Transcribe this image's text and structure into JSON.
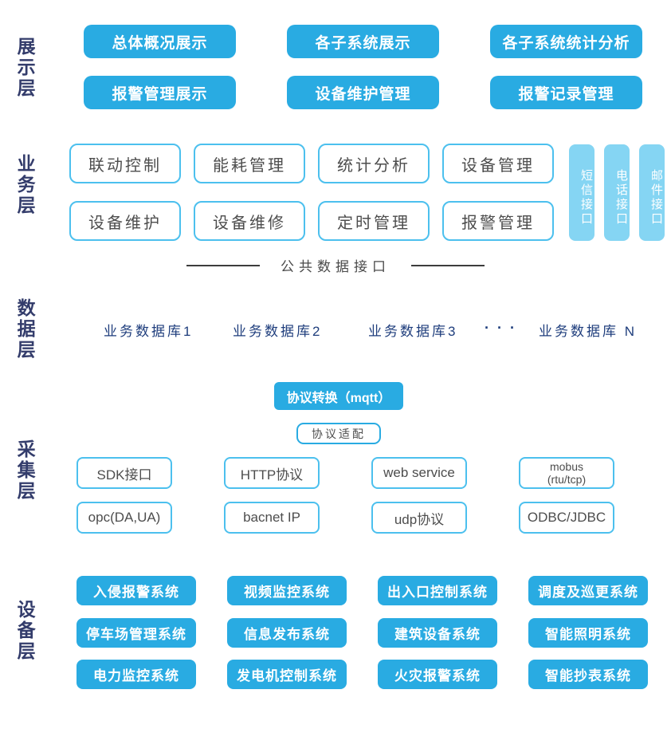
{
  "colors": {
    "primary_blue": "#29abe2",
    "light_blue": "#85d5f3",
    "chip_border": "#4cc0ee",
    "label_navy": "#333c6b",
    "database_navy": "#1e3d7c",
    "text_gray": "#4d4d4d"
  },
  "layers": {
    "display": {
      "label": "展示层",
      "buttons": [
        "总体概况展示",
        "各子系统展示",
        "各子系统统计分析",
        "报警管理展示",
        "设备维护管理",
        "报警记录管理"
      ]
    },
    "business": {
      "label": "业务层",
      "modules": [
        "联动控制",
        "能耗管理",
        "统计分析",
        "设备管理",
        "设备维护",
        "设备维修",
        "定时管理",
        "报警管理"
      ],
      "channels": [
        "短信接口",
        "电话接口",
        "邮件接口"
      ],
      "bus": "公共数据接口"
    },
    "data": {
      "label": "数据层",
      "databases": [
        "业务数据库1",
        "业务数据库2",
        "业务数据库3",
        "···",
        "业务数据库 N"
      ]
    },
    "collect": {
      "label": "采集层",
      "converter": "协议转换（mqtt）",
      "adapter": "协议适配",
      "protocols": [
        "SDK接口",
        "HTTP协议",
        "web service",
        "mobus\n(rtu/tcp)",
        "opc(DA,UA)",
        "bacnet IP",
        "udp协议",
        "ODBC/JDBC"
      ]
    },
    "device": {
      "label": "设备层",
      "systems": [
        "入侵报警系统",
        "视频监控系统",
        "出入口控制系统",
        "调度及巡更系统",
        "停车场管理系统",
        "信息发布系统",
        "建筑设备系统",
        "智能照明系统",
        "电力监控系统",
        "发电机控制系统",
        "火灾报警系统",
        "智能抄表系统"
      ]
    }
  }
}
